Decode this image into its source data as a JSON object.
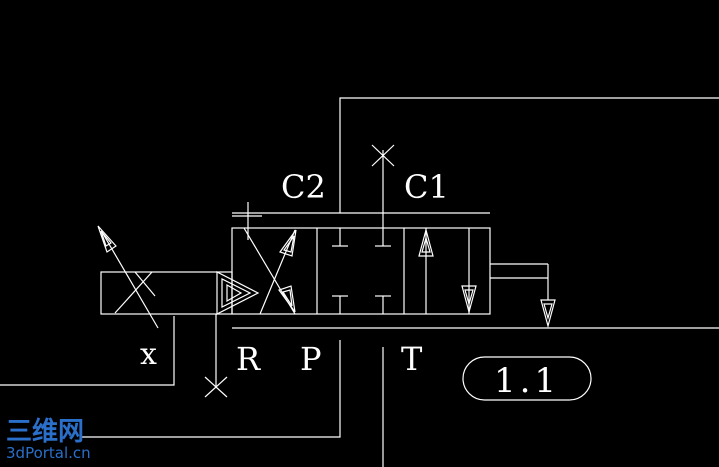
{
  "labels": {
    "c2": "C2",
    "c1": "C1",
    "x": "x",
    "r": "R",
    "p": "P",
    "t": "T",
    "tag": "1.1"
  },
  "watermark": {
    "cn": "三维网",
    "url": "3dPortal.cn"
  },
  "colors": {
    "background": "#000000",
    "line": "#ffffff",
    "watermark": "#2a6fc9"
  }
}
